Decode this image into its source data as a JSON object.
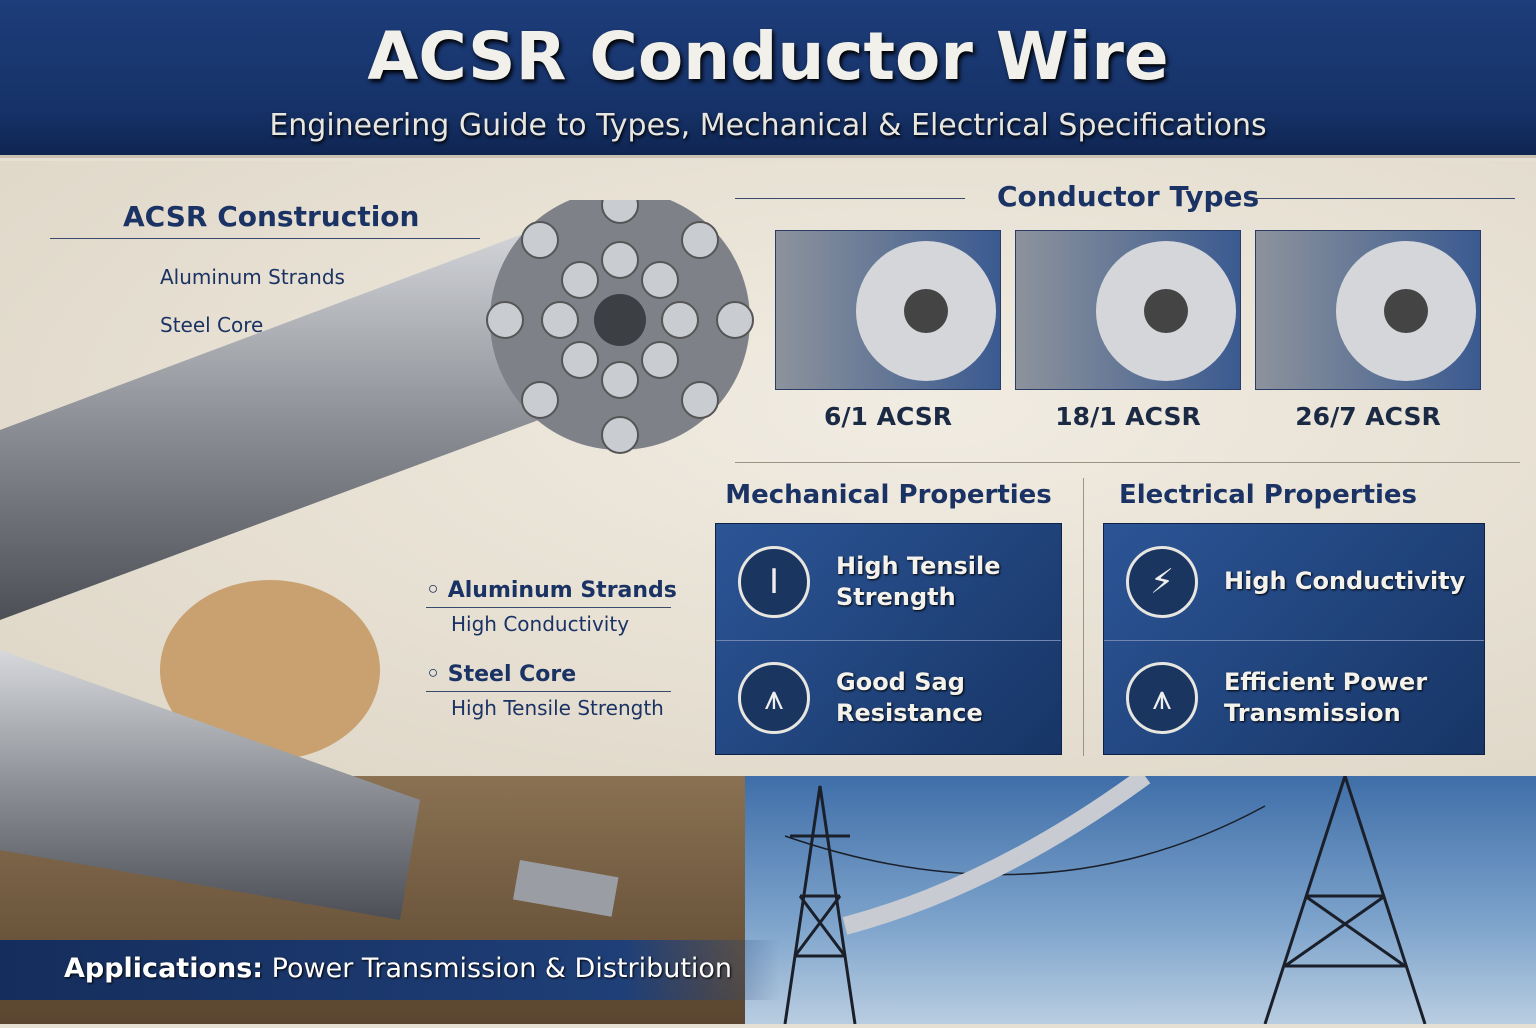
{
  "header": {
    "title": "ACSR Conductor Wire",
    "subtitle": "Engineering Guide to Types, Mechanical & Electrical Specifications"
  },
  "construction": {
    "heading": "ACSR Construction",
    "callouts": [
      "Aluminum Strands",
      "Steel Core"
    ]
  },
  "legend": [
    {
      "title": "Aluminum Strands",
      "desc": "High Conductivity"
    },
    {
      "title": "Steel Core",
      "desc": "High Tensile Strength"
    }
  ],
  "types": {
    "heading": "Conductor Types",
    "items": [
      "6/1 ACSR",
      "18/1 ACSR",
      "26/7 ACSR"
    ]
  },
  "mechanical": {
    "heading": "Mechanical Properties",
    "items": [
      {
        "icon": "i-beam-icon",
        "l1": "High Tensile",
        "l2": "Strength"
      },
      {
        "icon": "tower-icon",
        "l1": "Good Sag",
        "l2": "Resistance"
      }
    ]
  },
  "electrical": {
    "heading": "Electrical Properties",
    "items": [
      {
        "icon": "lightning-icon",
        "l1": "High Conductivity",
        "l2": ""
      },
      {
        "icon": "tower-icon",
        "l1": "Efficient Power",
        "l2": "Transmission"
      }
    ]
  },
  "applications": {
    "label": "Applications:",
    "value": " Power Transmission & Distribution"
  }
}
